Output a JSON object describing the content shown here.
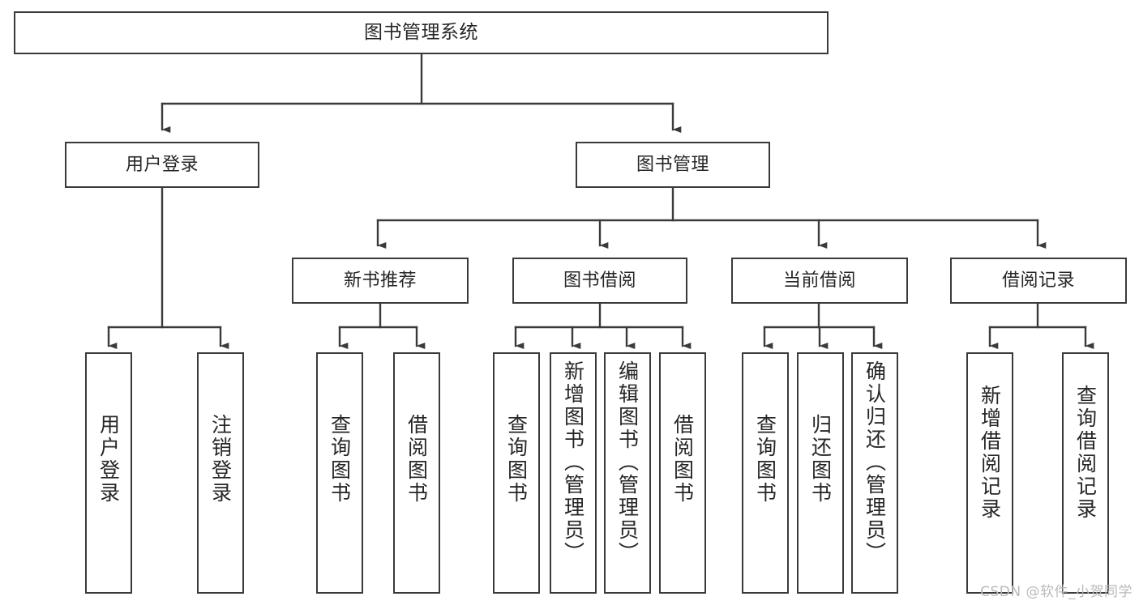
{
  "diagram": {
    "title": "图书管理系统",
    "type": "tree",
    "watermark": "CSDN @软件_小贺同学",
    "colors": {
      "stroke": "#3a3a3a",
      "text": "#262626",
      "background": "#ffffff",
      "watermark": "#b9b9b9"
    },
    "levels": {
      "root": {
        "label": "图书管理系统"
      },
      "level2": [
        {
          "label": "用户登录"
        },
        {
          "label": "图书管理"
        }
      ],
      "level3": [
        {
          "label": "新书推荐"
        },
        {
          "label": "图书借阅"
        },
        {
          "label": "当前借阅"
        },
        {
          "label": "借阅记录"
        }
      ],
      "leaves": {
        "user_login": [
          {
            "label": "用户登录"
          },
          {
            "label": "注销登录"
          }
        ],
        "new_book": [
          {
            "label": "查询图书"
          },
          {
            "label": "借阅图书"
          }
        ],
        "book_borrow": [
          {
            "label": "查询图书"
          },
          {
            "label": "新增图书（管理员）"
          },
          {
            "label": "编辑图书（管理员）"
          },
          {
            "label": "借阅图书"
          }
        ],
        "current_borrow": [
          {
            "label": "查询图书"
          },
          {
            "label": "归还图书"
          },
          {
            "label": "确认归还（管理员）"
          }
        ],
        "borrow_record": [
          {
            "label": "新增借阅记录"
          },
          {
            "label": "查询借阅记录"
          }
        ]
      }
    }
  }
}
